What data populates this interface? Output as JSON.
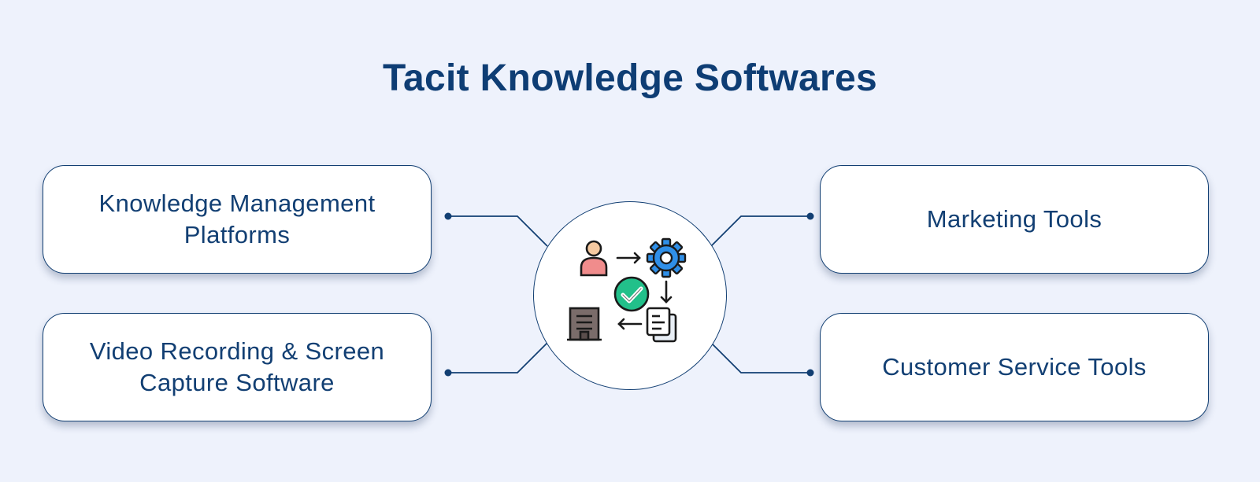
{
  "diagram": {
    "title": "Tacit Knowledge Softwares",
    "left_items": [
      {
        "label": "Knowledge Management\nPlatforms"
      },
      {
        "label": "Video Recording & Screen\nCapture Software"
      }
    ],
    "right_items": [
      {
        "label": "Marketing Tools"
      },
      {
        "label": "Customer Service Tools"
      }
    ],
    "center_icon": "knowledge-workflow-icon",
    "colors": {
      "background": "#EEF2FC",
      "primary": "#123F73",
      "title": "#0E3D74",
      "person": "#F08C8C",
      "gear": "#2F8FE8",
      "check": "#22C08A",
      "building": "#7A6C6A"
    }
  }
}
